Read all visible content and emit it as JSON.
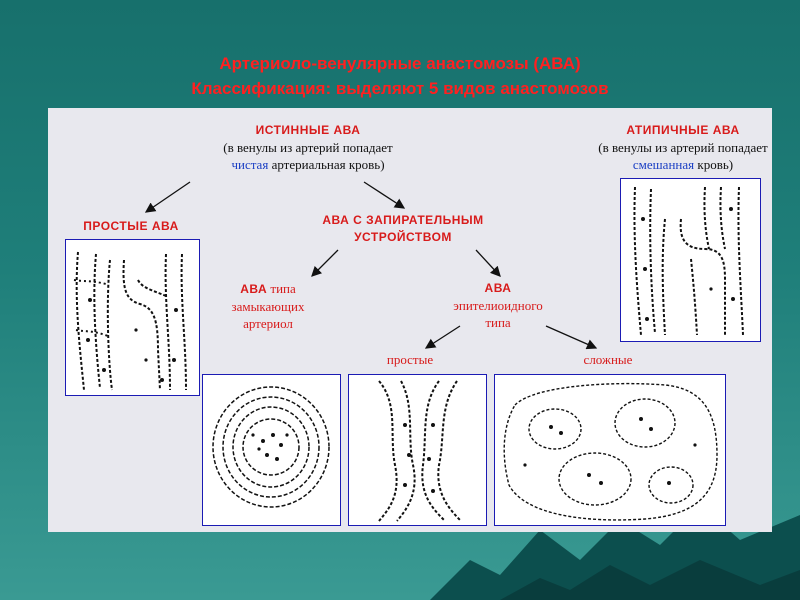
{
  "title": {
    "line1": "Артериоло-венулярные анастомозы (АВА)",
    "line2": "Классификация: выделяют 5 видов анастомозов"
  },
  "diagram": {
    "true_ava": {
      "title": "ИСТИННЫЕ АВА",
      "desc_line1": "(в венулы из артерий попадает",
      "desc_highlight": "чистая",
      "desc_rest": " артериальная кровь)"
    },
    "atypical_ava": {
      "title": "АТИПИЧНЫЕ АВА",
      "desc_line1": "(в венулы из артерий попадает",
      "desc_highlight": "смешанная",
      "desc_rest": " кровь)"
    },
    "simple_ava": {
      "title": "ПРОСТЫЕ АВА"
    },
    "locking_ava": {
      "line1": "АВА С ЗАПИРАТЕЛЬНЫМ",
      "line2": "УСТРОЙСТВОМ"
    },
    "closing_arteriole": {
      "line1": "АВА",
      "line2": "типа",
      "line3": "замыкающих",
      "line4": "артериол"
    },
    "epithelioid": {
      "line1": "АВА",
      "line2": "эпителиоидного",
      "line3": "типа"
    },
    "simple": "простые",
    "complex": "сложные"
  },
  "colors": {
    "title_red": "#ff2020",
    "label_red": "#d81b1b",
    "blue": "#1b3fc4",
    "box_border": "#1b1bb4"
  }
}
